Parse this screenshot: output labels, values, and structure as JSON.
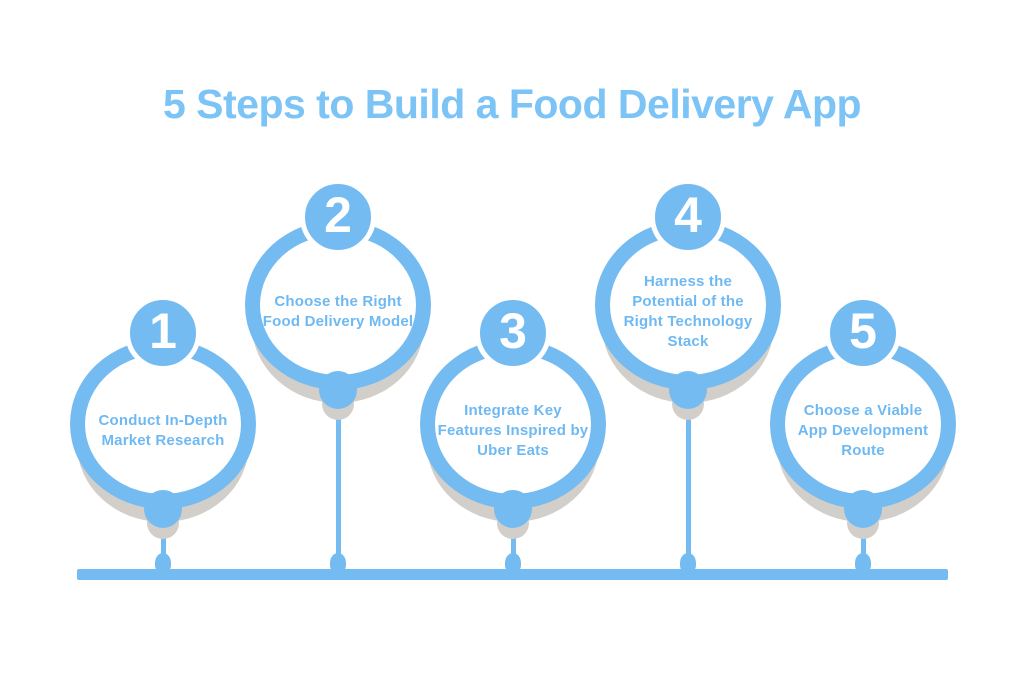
{
  "title": "5 Steps to Build a Food Delivery App",
  "colors": {
    "accent": "#74BBF2",
    "title-text": "#7CC3F6",
    "label-text": "#6FB9F3",
    "number-text": "#FFFFFF",
    "shadow": "#D2CFCA",
    "background": "#FFFFFF"
  },
  "steps": [
    {
      "number": "1",
      "label": "Conduct In-Depth Market Research",
      "position": "low"
    },
    {
      "number": "2",
      "label": "Choose the Right Food Delivery Model",
      "position": "high"
    },
    {
      "number": "3",
      "label": "Integrate Key Features Inspired by Uber Eats",
      "position": "low"
    },
    {
      "number": "4",
      "label": "Harness the Potential of the Right Technology Stack",
      "position": "high"
    },
    {
      "number": "5",
      "label": "Choose a Viable App Development Route",
      "position": "low"
    }
  ]
}
